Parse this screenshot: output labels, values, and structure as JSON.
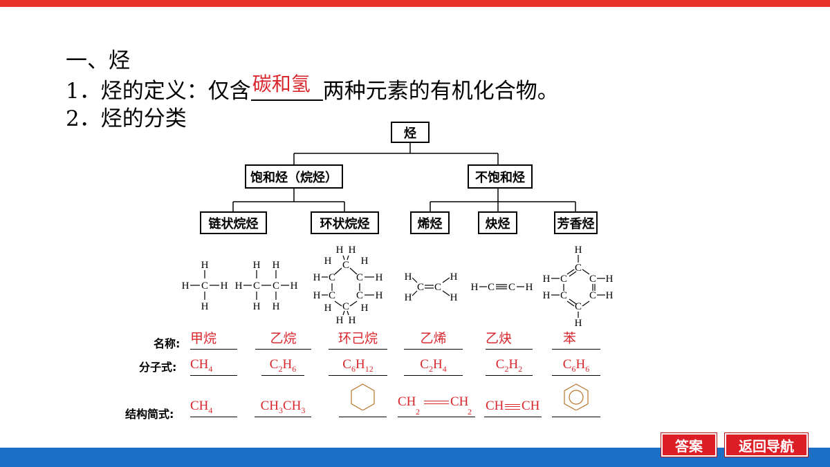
{
  "heading1": "一、烃",
  "heading2": {
    "before": "1．烃的定义：仅含",
    "answer": "碳和氢",
    "after": "两种元素的有机化合物。"
  },
  "heading3": "2．烃的分类",
  "tree": {
    "root": "烃",
    "saturated": "饱和烃（烷烃）",
    "unsaturated": "不饱和烃",
    "chain_alkane": "链状烷烃",
    "cyclo_alkane": "环状烷烃",
    "alkene": "烯烃",
    "alkyne": "炔烃",
    "aromatic": "芳香烃"
  },
  "row_labels": {
    "name": "名称:",
    "formula": "分子式:",
    "structure": "结构简式:"
  },
  "names": [
    "甲烷",
    "乙烷",
    "环己烷",
    "乙烯",
    "乙炔",
    "苯"
  ],
  "formulas": [
    {
      "parts": [
        "CH",
        "4"
      ]
    },
    {
      "parts": [
        "C",
        "2",
        "H",
        "6"
      ]
    },
    {
      "parts": [
        "C",
        "6",
        "H",
        "12"
      ]
    },
    {
      "parts": [
        "C",
        "2",
        "H",
        "4"
      ]
    },
    {
      "parts": [
        "C",
        "2",
        "H",
        "2"
      ]
    },
    {
      "parts": [
        "C",
        "6",
        "H",
        "6"
      ]
    }
  ],
  "structures": {
    "methane": {
      "parts": [
        "CH",
        "4"
      ]
    },
    "ethane": {
      "parts": [
        "CH",
        "3",
        "CH",
        "3"
      ]
    },
    "ethene": {
      "left": "CH",
      "left_sub": "2",
      "right": "CH",
      "right_sub": "2"
    },
    "ethyne": {
      "left": "CH",
      "right": "CH"
    }
  },
  "buttons": {
    "answer": "答案",
    "back": "返回导航"
  },
  "colors": {
    "accent_red": "#d9262c",
    "top_bar": "#e8332a",
    "bottom_bar": "#1b6fc4",
    "button": "#dc1f26",
    "benzene_ring": "#b8742a"
  }
}
